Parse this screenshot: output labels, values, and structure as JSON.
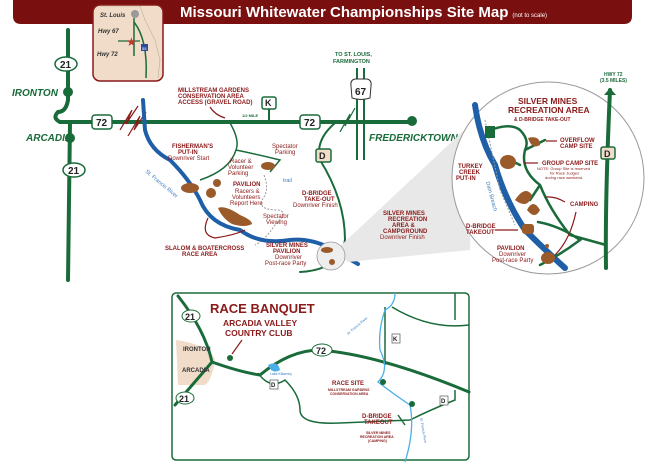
{
  "header": {
    "title": "Missouri Whitewater Championships Site Map",
    "note": "(not to scale)"
  },
  "inset": {
    "city": "St. Louis",
    "hwy67": "Hwy 67",
    "hwy72": "Hwy 72",
    "interstate": "55"
  },
  "main_map": {
    "towns": {
      "ironton": "IRONTON",
      "arcadia": "ARCADIA",
      "fredericktown": "FREDERICKTOWN"
    },
    "shields": {
      "hwy21_top": "21",
      "hwy21_bottom": "21",
      "hwy72_left": "72",
      "hwy72_right": "72",
      "hwy67": "67",
      "route_k": "K",
      "route_d": "D"
    },
    "to_st_louis": [
      "TO ST. LOUIS,",
      "FARMINGTON"
    ],
    "millstream": [
      "MILLSTREAM GARDENS",
      "CONSERVATION AREA",
      "ACCESS (GRAVEL ROAD)"
    ],
    "half_mile": "1/2 MILE",
    "fishermans": {
      "title": [
        "FISHERMAN'S",
        "PUT-IN"
      ],
      "desc": "Downriver Start"
    },
    "racer_parking": [
      "Racer &",
      "Volunteer",
      "Parking"
    ],
    "pavilion": {
      "title": "PAVILION",
      "desc": [
        "Racers &",
        "Volunteers",
        "Report Here"
      ]
    },
    "spectator_parking": [
      "Spectator",
      "Parking"
    ],
    "trail": "trail",
    "spectator_viewing": [
      "Spectator",
      "Viewing"
    ],
    "slalom": [
      "SLALOM & BOATERCROSS",
      "RACE AREA"
    ],
    "river": "St. Francis River",
    "dbridge": {
      "title": [
        "D-BRIDGE",
        "TAKE-OUT"
      ],
      "desc": "Downriver Finish"
    },
    "silver_pavilion": {
      "title": [
        "SILVER MINES",
        "PAVILION"
      ],
      "desc": [
        "Downriver",
        "Post-race Party"
      ]
    },
    "silver_area": {
      "title": [
        "SILVER MINES",
        "RECREATION",
        "AREA &",
        "CAMPGROUND"
      ],
      "desc": "Downriver Finish"
    }
  },
  "detail": {
    "title": [
      "SILVER MINES",
      "RECREATION AREA"
    ],
    "subtitle": "& D-BRIDGE TAKE-OUT",
    "hwy72": [
      "HWY 72",
      "(3.5 MILES)"
    ],
    "route_d": "D",
    "overflow": [
      "OVERFLOW",
      "CAMP SITE"
    ],
    "group": {
      "title": "GROUP CAMP SITE",
      "note": [
        "NOTE: Group Site is reserved",
        "for Race Judges",
        "during race weekend."
      ]
    },
    "turkey": [
      "TURKEY",
      "CREEK",
      "PUT-IN"
    ],
    "river": "Dam Breach",
    "trail": "trail",
    "camping": "CAMPING",
    "dbridge": [
      "D-BRIDGE",
      "TAKEOUT"
    ],
    "pavilion": {
      "title": "PAVILION",
      "desc": [
        "Downriver",
        "Post-race Party"
      ]
    }
  },
  "banquet_map": {
    "title": "RACE BANQUET",
    "venue": [
      "ARCADIA VALLEY",
      "COUNTRY CLUB"
    ],
    "ironton": "IRONTON",
    "arcadia": "ARCADIA",
    "shields": {
      "hwy21_top": "21",
      "hwy21_bottom": "21",
      "hwy72": "72",
      "route_k": "K",
      "route_d_left": "D",
      "route_d_right": "D"
    },
    "lake": "Lake Killarney",
    "river_top": "St. Francis River",
    "river_bottom": "St. Francis River",
    "race_site": {
      "title": "RACE SITE",
      "desc": [
        "MILLSTREAM GARDENS",
        "CONSERVATION AREA"
      ]
    },
    "dbridge": {
      "title": [
        "D-BRIDGE",
        "TAKEOUT"
      ],
      "desc": [
        "SILVER MINES",
        "RECREATION AREA",
        "(CAMPING)"
      ]
    }
  },
  "colors": {
    "brand": "#7a0f0f",
    "road": "#1a6b3a",
    "river": "#1f5fa8",
    "site": "#9a5a2a",
    "inset_bg": "#f0dcc8"
  }
}
